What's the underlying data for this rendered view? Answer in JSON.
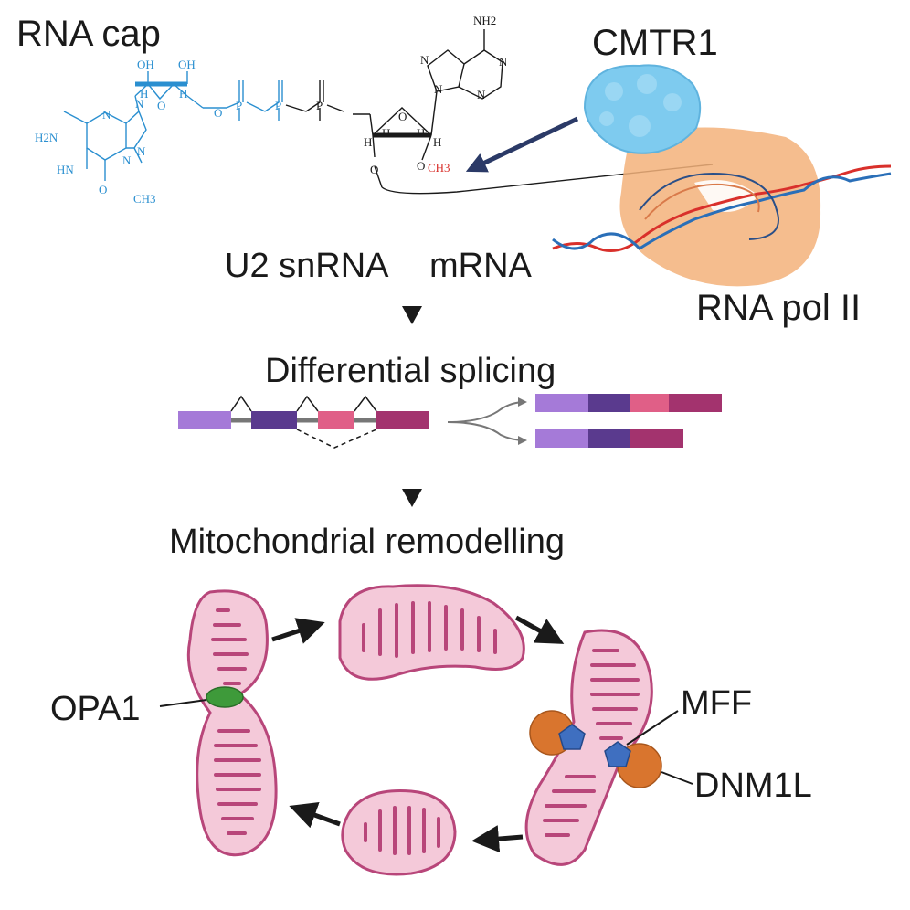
{
  "title_rna_cap": "RNA cap",
  "enzyme_label": "CMTR1",
  "polymerase_label": "RNA pol II",
  "branch_left": "U2 snRNA",
  "branch_right": "mRNA",
  "step_splicing": "Differential splicing",
  "step_mito": "Mitochondrial remodelling",
  "proteins": {
    "opa1": "OPA1",
    "mff": "MFF",
    "dnm1l": "DNM1L"
  },
  "chem": {
    "oh1": "OH",
    "oh2": "OH",
    "h2n": "H2N",
    "hn": "HN",
    "o_carbonyl": "O",
    "n1": "N",
    "n2": "N",
    "n3": "N",
    "n_methyl": "N",
    "ch3_guanine": "CH3",
    "h1": "H",
    "h2": "H",
    "o_ring1": "O",
    "o_link1": "O",
    "p1": "P",
    "p2": "P",
    "p3": "P",
    "nh2_adenine": "NH2",
    "n_a1": "N",
    "n_a2": "N",
    "n_a3": "N",
    "n_a4": "N",
    "o_ring2": "O",
    "h3": "H",
    "h4": "H",
    "h5": "H",
    "h6": "H",
    "o_3prime": "O",
    "o_2prime": "O",
    "methyl_ch3": "CH3"
  },
  "colors": {
    "cap_blue": "#2a8fd0",
    "methyl_red": "#d9302b",
    "pol_orange": "#f3b27a",
    "cmtr1_blue": "#7ecbef",
    "arrow_navy": "#2b3a67",
    "exon1": "#a57ad8",
    "exon2": "#5a3a8e",
    "exon3": "#e05f87",
    "exon4": "#a3336e",
    "mito_fill": "#f4c9d9",
    "mito_edge": "#b8467a",
    "opa1_green": "#3e9a3a",
    "dnm1l_orange": "#d9752e",
    "mff_blue": "#3f6fc0"
  }
}
